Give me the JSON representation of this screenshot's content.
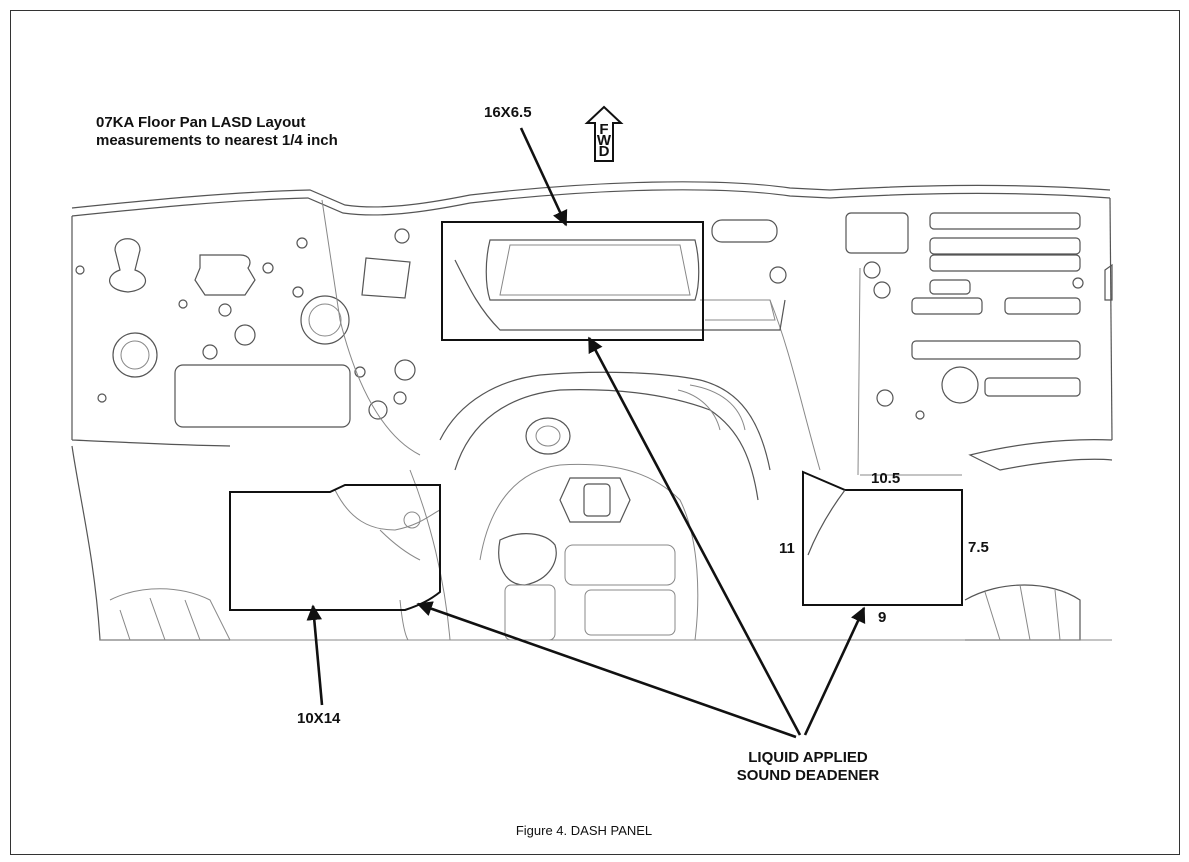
{
  "title": {
    "line1": "07KA Floor Pan LASD Layout",
    "line2": "measurements to nearest 1/4 inch"
  },
  "fwd_letters": [
    "F",
    "W",
    "D"
  ],
  "labels": {
    "top_patch": "16X6.5",
    "left_patch": "10X14",
    "right_top": "10.5",
    "right_left": "11",
    "right_right": "7.5",
    "right_bottom": "9"
  },
  "callout": {
    "line1": "LIQUID APPLIED",
    "line2": "SOUND DEADENER"
  },
  "caption": "Figure 4.  DASH PANEL"
}
